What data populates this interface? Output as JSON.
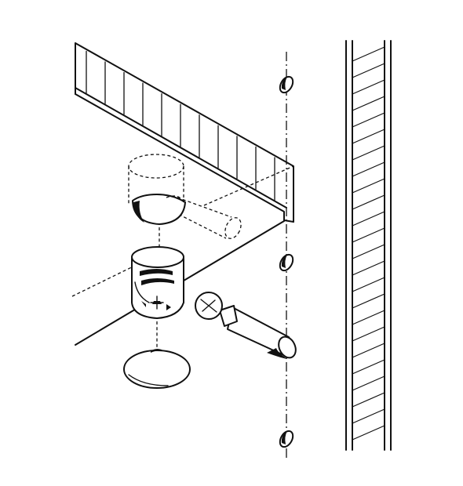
{
  "figure": {
    "subject": "cam-lock-connector-fitting",
    "parts": [
      "panel-board",
      "side-panel",
      "cam-lock",
      "connecting-bolt",
      "cover-cap",
      "drill-holes"
    ]
  },
  "colors": {
    "ink": "#111111",
    "background": "#ffffff"
  }
}
